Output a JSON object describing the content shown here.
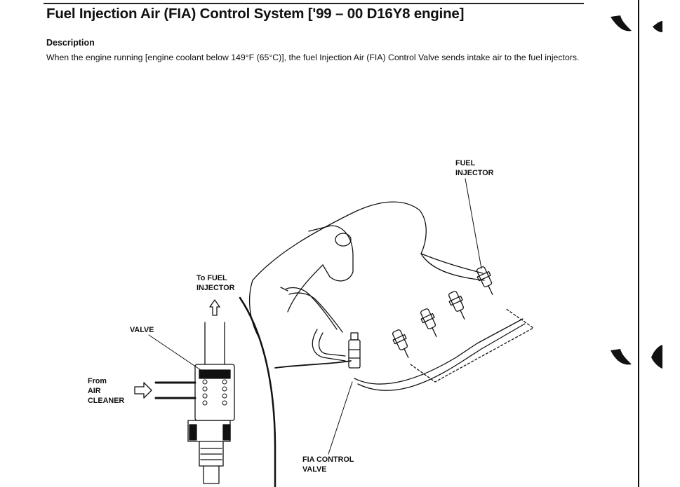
{
  "title": "Fuel Injection Air (FIA) Control System ['99 – 00 D16Y8 engine]",
  "description": {
    "heading": "Description",
    "text": "When the engine running [engine coolant below 149°F (65°C)], the fuel Injection Air (FIA) Control Valve sends intake air to the fuel injectors."
  },
  "labels": {
    "fuel_injector": "FUEL\nINJECTOR",
    "to_fuel_injector": "To FUEL\nINJECTOR",
    "valve": "VALVE",
    "from_air_cleaner": "From\nAIR\nCLEANER",
    "fia_control_valve": "FIA CONTROL\nVALVE"
  },
  "colors": {
    "ink": "#111111",
    "paper": "#ffffff"
  }
}
